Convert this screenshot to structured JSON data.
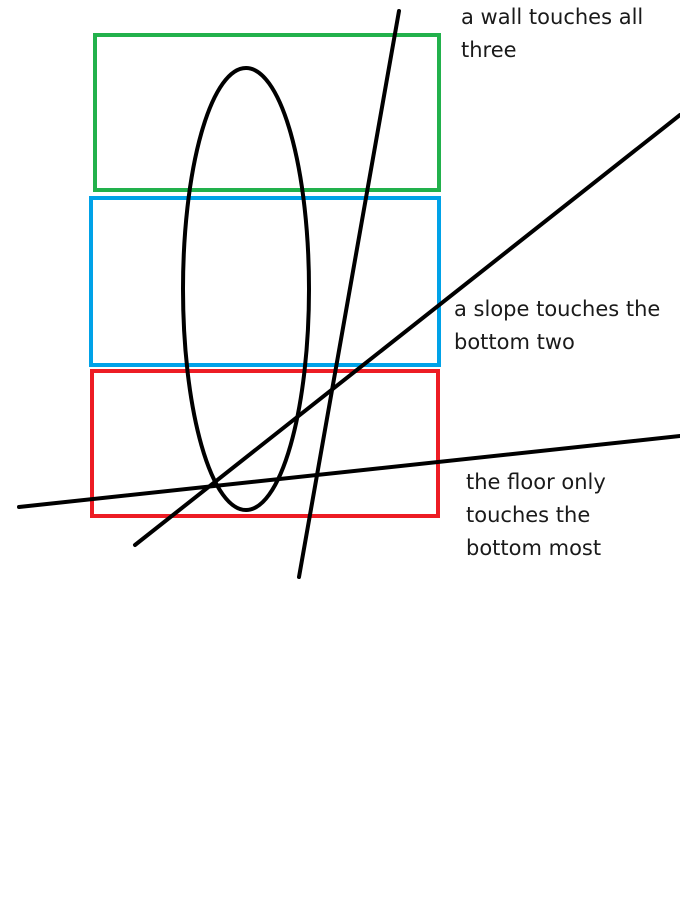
{
  "annotations": {
    "wall": "a wall touches all\nthree",
    "slope": "a slope touches the\nbottom two",
    "floor": "the floor only\ntouches the\nbottom most"
  },
  "colors": {
    "top_box": "#22b14c",
    "middle_box": "#00a2e8",
    "bottom_box": "#ed1c24",
    "strokes": "#000000"
  }
}
